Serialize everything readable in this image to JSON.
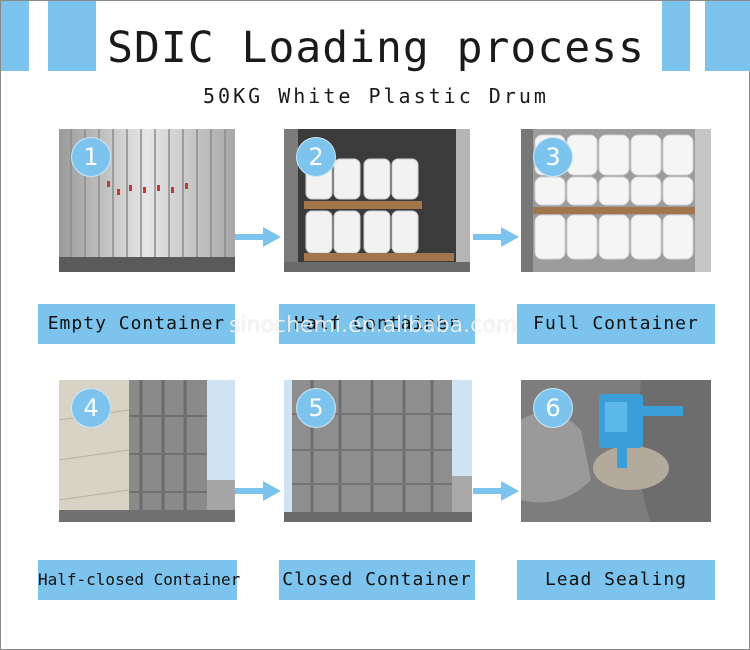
{
  "header": {
    "title": "SDIC Loading process",
    "subtitle": "50KG White Plastic Drum"
  },
  "steps": [
    {
      "number": "1",
      "label": "Empty Container"
    },
    {
      "number": "2",
      "label": "Half Container"
    },
    {
      "number": "3",
      "label": "Full Container"
    },
    {
      "number": "4",
      "label": "Half-closed Container"
    },
    {
      "number": "5",
      "label": "Closed Container"
    },
    {
      "number": "6",
      "label": "Lead Sealing"
    }
  ],
  "watermark": "sinochemi.en.alibaba.com",
  "colors": {
    "accent": "#7cc4ee"
  }
}
